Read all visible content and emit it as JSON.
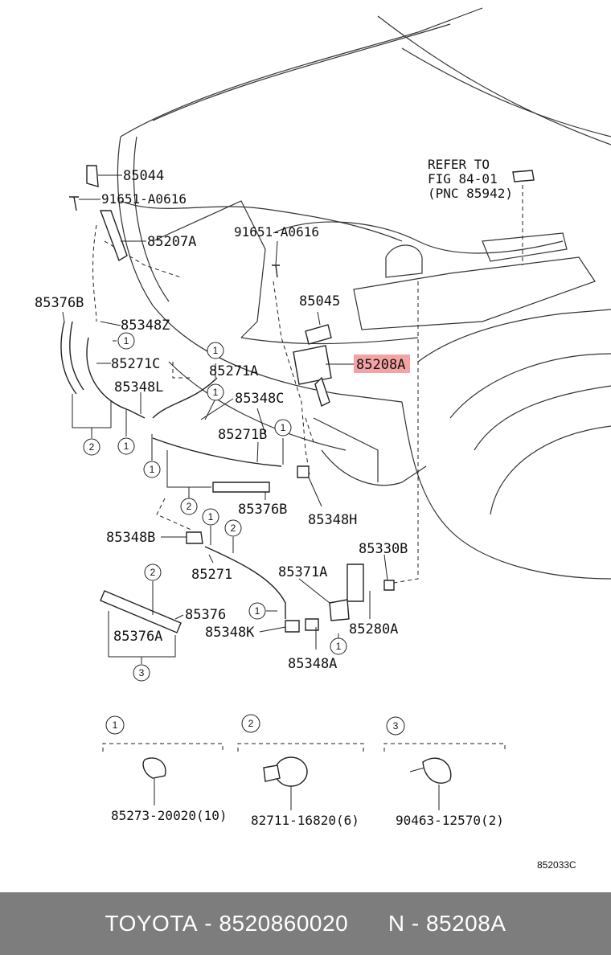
{
  "diagram": {
    "refer": [
      "REFER TO",
      "FIG 84-01",
      "(PNC 85942)"
    ],
    "labels": {
      "p85044": "85044",
      "p91651a": "91651-A0616",
      "p85207A": "85207A",
      "p91651b": "91651-A0616",
      "p85376B_top": "85376B",
      "p85348Z": "85348Z",
      "p85045": "85045",
      "p85208A": "85208A",
      "p85271C": "85271C",
      "p85271A": "85271A",
      "p85348L": "85348L",
      "p85348C": "85348C",
      "p85271B": "85271B",
      "p85376B": "85376B",
      "p85348H": "85348H",
      "p85348B": "85348B",
      "p85330B": "85330B",
      "p85271": "85271",
      "p85371A": "85371A",
      "p85376": "85376",
      "p85376A": "85376A",
      "p85348K": "85348K",
      "p85280A": "85280A",
      "p85348A": "85348A"
    },
    "callout_numbers": [
      "1",
      "2",
      "3"
    ],
    "legend": [
      {
        "number": "1",
        "part": "85273-20020(10)"
      },
      {
        "number": "2",
        "part": "82711-16820(6)"
      },
      {
        "number": "3",
        "part": "90463-12570(2)"
      }
    ],
    "diagram_code": "852033C"
  },
  "footer": {
    "brand": "TOYOTA",
    "part_number": "8520860020",
    "ref_prefix": "N",
    "ref": "85208A"
  },
  "colors": {
    "highlight": "#f3a3a3",
    "footer_bg": "#7d7d7d"
  }
}
